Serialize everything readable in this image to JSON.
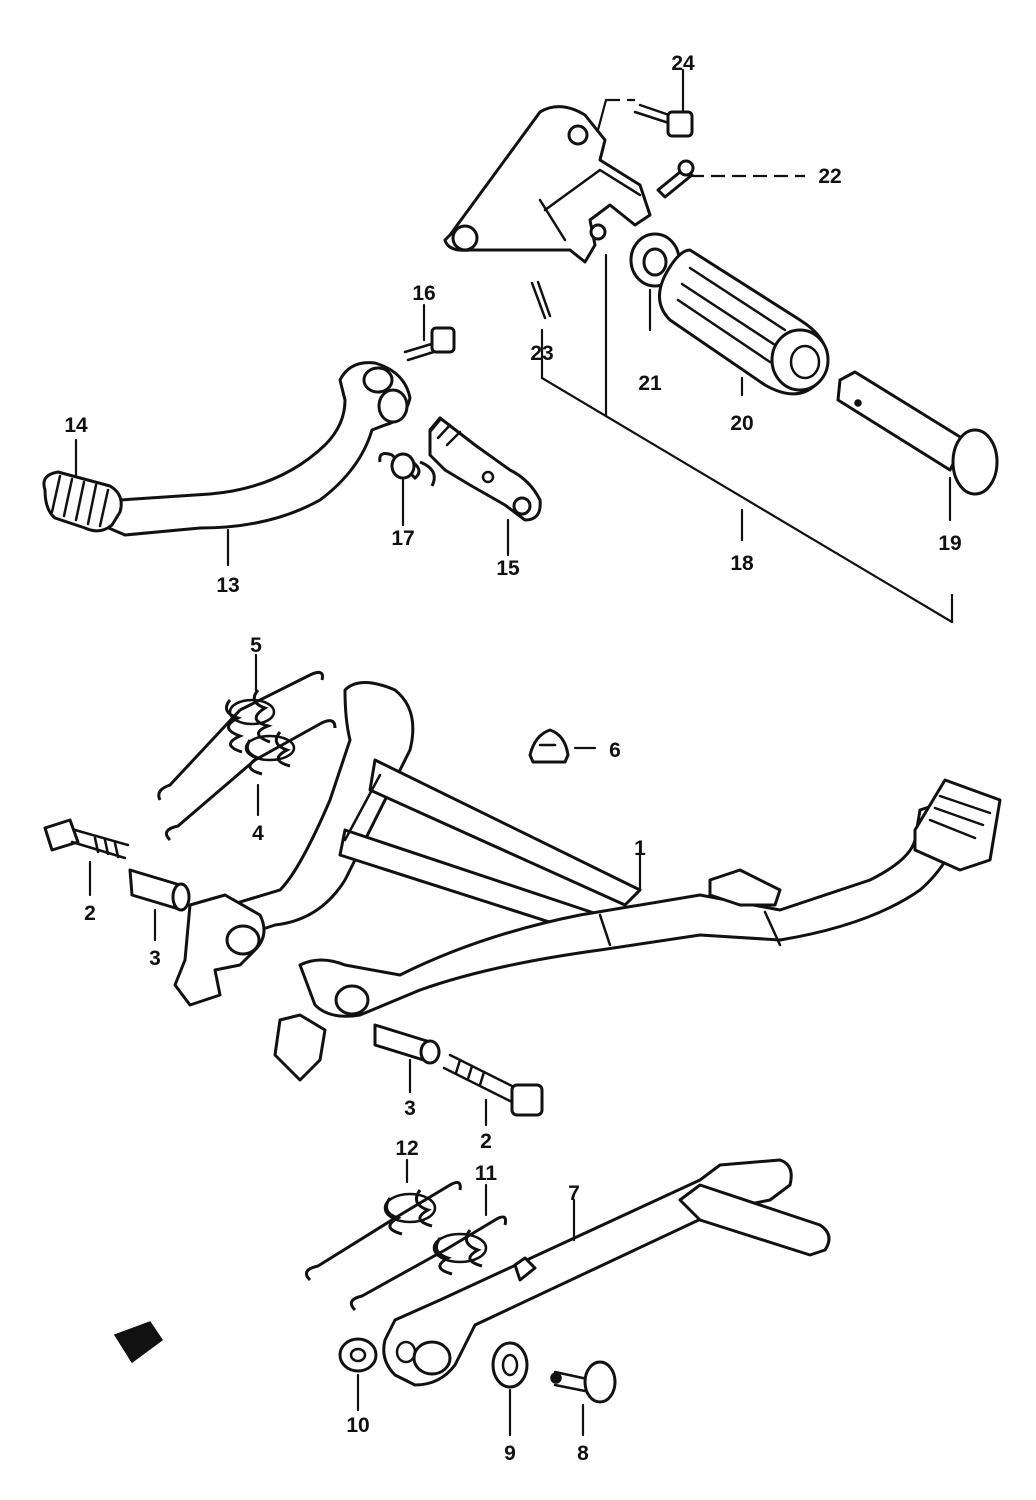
{
  "callouts": {
    "c1": "1",
    "c2a": "2",
    "c2b": "2",
    "c3a": "3",
    "c3b": "3",
    "c4": "4",
    "c5": "5",
    "c6": "6",
    "c7": "7",
    "c8": "8",
    "c9": "9",
    "c10": "10",
    "c11": "11",
    "c12": "12",
    "c13": "13",
    "c14": "14",
    "c15": "15",
    "c16": "16",
    "c17": "17",
    "c18": "18",
    "c19": "19",
    "c20": "20",
    "c21": "21",
    "c22": "22",
    "c23": "23",
    "c24": "24"
  }
}
